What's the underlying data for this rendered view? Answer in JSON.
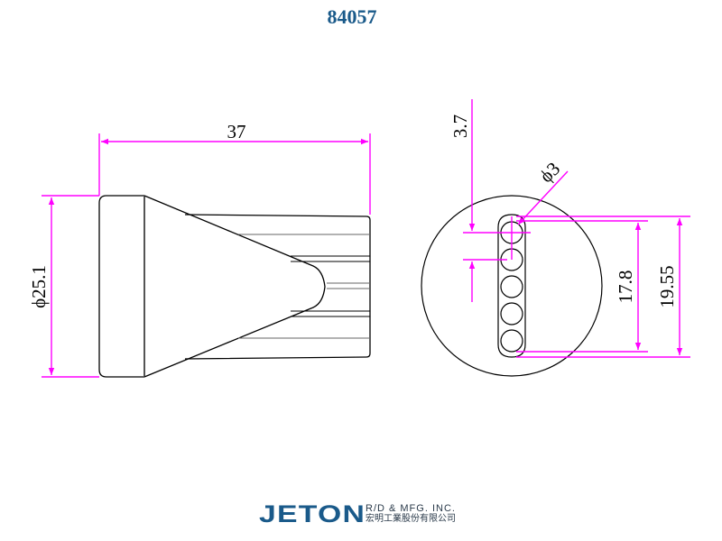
{
  "drawing": {
    "part_number": "84057",
    "colors": {
      "title": "#1a5a8a",
      "dimension": "#ff00ff",
      "outline": "#000000",
      "logo": "#1a5a8a"
    },
    "side_view": {
      "dimensions": {
        "length": "37",
        "diameter": "ϕ25.1"
      }
    },
    "end_view": {
      "hole_count": 5,
      "dimensions": {
        "hole_offset": "3.7",
        "hole_diameter": "ϕ3",
        "hole_span": "17.8",
        "slot_length": "19.55"
      }
    }
  },
  "logo": {
    "brand": "JETON",
    "subtitle_en": "R/D & MFG. INC.",
    "subtitle_zh": "宏明工業股份有限公司"
  }
}
